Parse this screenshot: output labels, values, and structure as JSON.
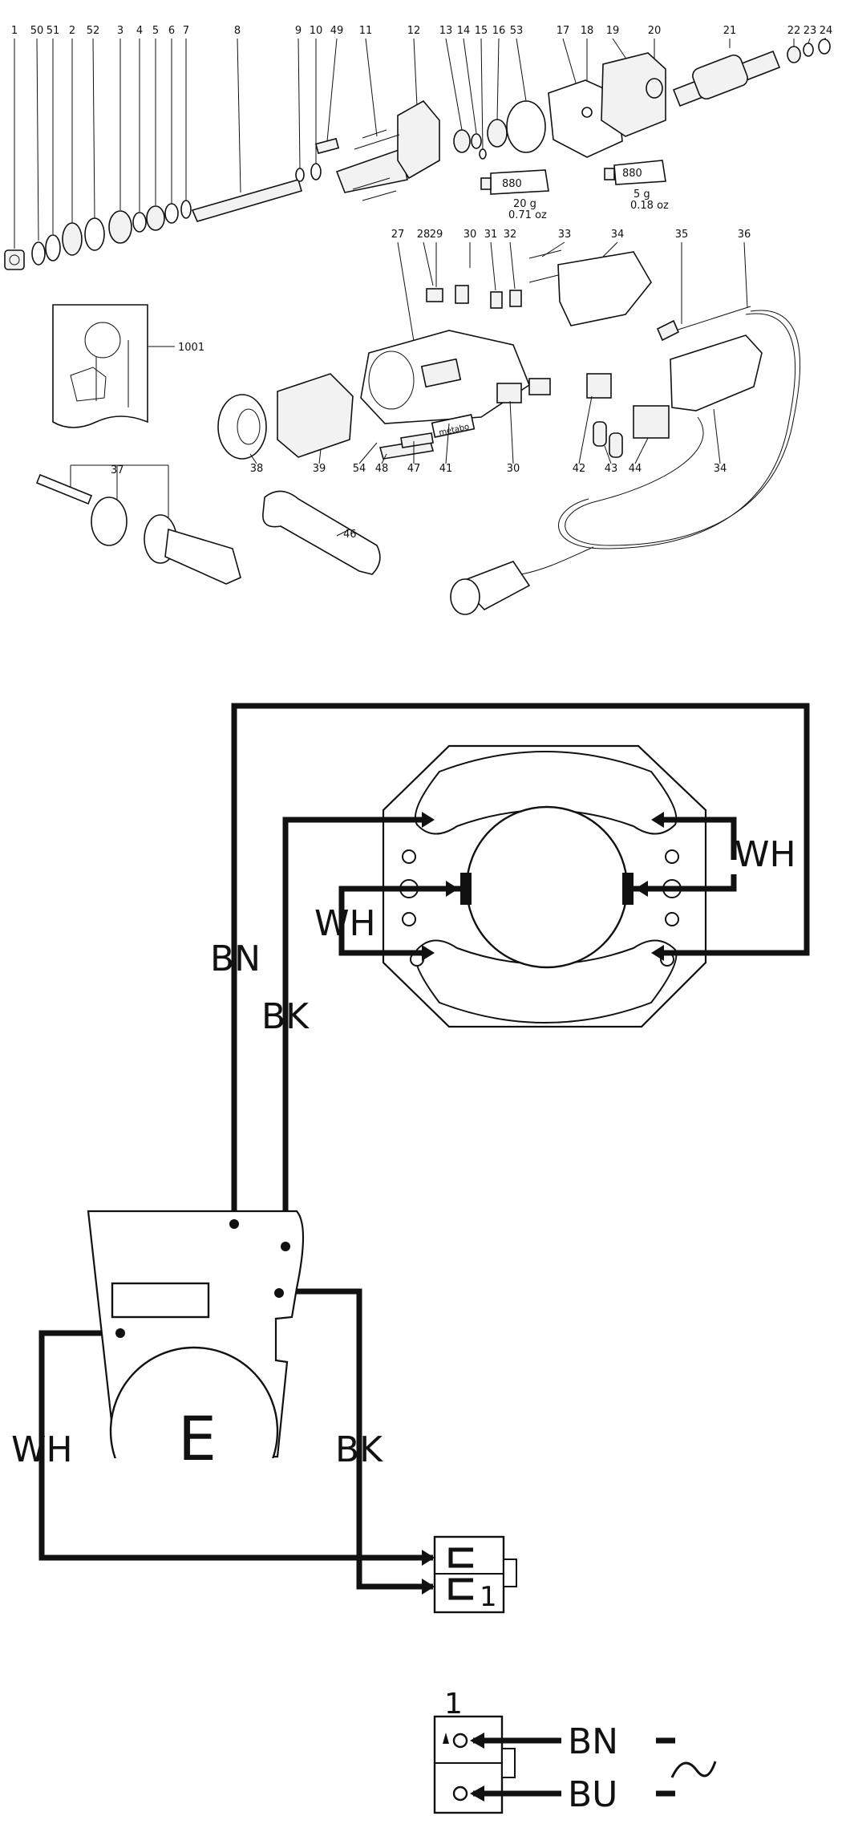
{
  "exploded_view": {
    "callouts_top": [
      "1",
      "50",
      "51",
      "2",
      "52",
      "3",
      "4",
      "5",
      "6",
      "7",
      "8",
      "9",
      "10",
      "49",
      "11",
      "12",
      "13",
      "14",
      "15",
      "16",
      "53",
      "17",
      "18",
      "19",
      "20",
      "21",
      "22",
      "23",
      "24"
    ],
    "callouts_mid": [
      "27",
      "28",
      "29",
      "30",
      "31",
      "32",
      "33",
      "34",
      "35",
      "36"
    ],
    "callout_1001": "1001",
    "callouts_low": [
      "38",
      "39",
      "54",
      "48",
      "47",
      "41",
      "30",
      "42",
      "43",
      "44",
      "34"
    ],
    "callout_37": "37",
    "callout_46": "46",
    "grease_large": {
      "label": "880",
      "weight": "20 g",
      "weight_oz": "0.71 oz"
    },
    "grease_small": {
      "label": "880",
      "weight": "5 g",
      "weight_oz": "0.18 oz"
    },
    "brand_plate": "metabo"
  },
  "wiring": {
    "labels": {
      "bn_main": "BN",
      "bk_main": "BK",
      "wh_right": "WH",
      "wh_left_field": "WH",
      "wh_switch": "WH",
      "bk_switch": "BK",
      "module": "E",
      "terminal_number": "1"
    },
    "supply": {
      "terminal_number": "1",
      "bn": "BN",
      "bu": "BU"
    }
  }
}
